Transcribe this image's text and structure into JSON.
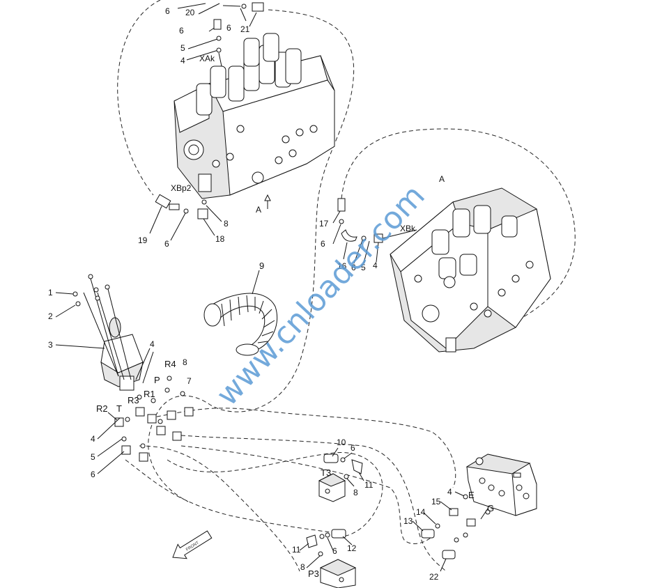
{
  "watermark": "www.cnloader.com",
  "front_arrow_text": "FRONT",
  "labels": {
    "l6a": "6",
    "l20": "20",
    "l6b": "6",
    "l21": "21",
    "l6c": "6",
    "l5a": "5",
    "l4a": "4",
    "xak": "XAk",
    "xbp2": "XBp2",
    "l19": "19",
    "l6d": "6",
    "l18": "18",
    "l8a": "8",
    "a1": "A",
    "a2": "A",
    "xbk": "XBk",
    "l17": "17",
    "l6e": "6",
    "l16": "16",
    "l6f": "6",
    "l5b": "5",
    "l4b": "4",
    "l9": "9",
    "l1": "1",
    "l2": "2",
    "l3": "3",
    "l4c": "4",
    "l8b": "8",
    "r4": "R4",
    "l7": "7",
    "p": "P",
    "r1": "R1",
    "r3": "R3",
    "r2": "R2",
    "t": "T",
    "l4d": "4",
    "l5c": "5",
    "l6g": "6",
    "l10": "10",
    "l6h": "6",
    "t3": "T3",
    "l11a": "11",
    "l8c": "8",
    "l11b": "11",
    "l6i": "6",
    "l12": "12",
    "l8d": "8",
    "p3": "P3",
    "l4e": "4",
    "e": "E",
    "l15": "15",
    "l14": "14",
    "g": "G",
    "l13": "13",
    "l22": "22"
  }
}
